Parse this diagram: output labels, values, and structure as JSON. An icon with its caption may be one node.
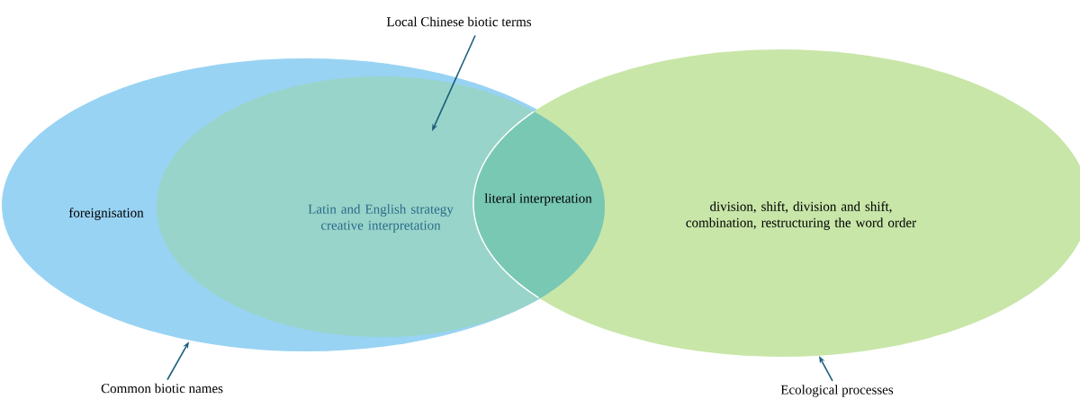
{
  "diagram": {
    "nodes": [
      {
        "text": [
          "foreignisation"
        ]
      },
      {
        "text": [
          "Latin and English strategy creative interpretation"
        ],
        "in": 0
      },
      {
        "text": [
          "division, shift, division and shift, combination, restructuring the word order"
        ]
      },
      {
        "text": [
          "literal interpretation"
        ]
      },
      {
        "text": [
          "Local Chinese biotic terms"
        ]
      },
      {
        "text": [
          "Common biotic names"
        ]
      },
      {
        "text": [
          "Ecological processes"
        ]
      }
    ],
    "edges": [
      {
        "from": 4,
        "to": 1,
        "arrow": "to"
      },
      {
        "from": 5,
        "to": 0,
        "arrow": "to"
      },
      {
        "from": 6,
        "to": 2,
        "arrow": "to"
      }
    ]
  }
}
